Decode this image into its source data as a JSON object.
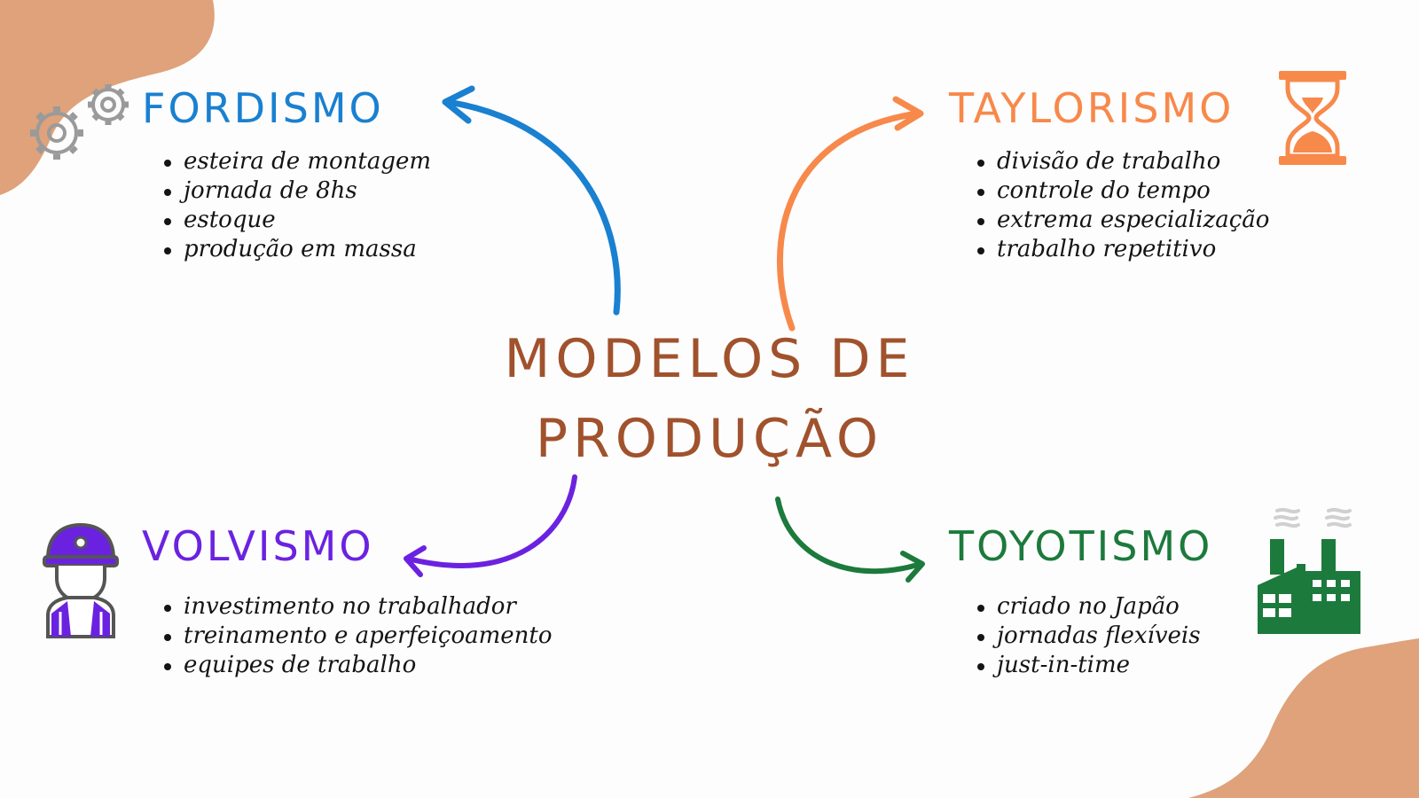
{
  "center": {
    "line1": "MODELOS DE",
    "line2": "PRODUÇÃO"
  },
  "colors": {
    "brown": "#a0522d",
    "fordismo": "#1a80d0",
    "taylorismo": "#f7894b",
    "volvismo": "#6b22e0",
    "toyotismo": "#1c7a3c",
    "blob": "#dfa27a"
  },
  "fordismo": {
    "title": "FORDISMO",
    "icon": "gears-icon",
    "items": [
      "esteira de montagem",
      "jornada de 8hs",
      "estoque",
      "produção em massa"
    ]
  },
  "taylorismo": {
    "title": "TAYLORISMO",
    "icon": "hourglass-icon",
    "items": [
      "divisão de trabalho",
      "controle do tempo",
      "extrema especialização",
      "trabalho repetitivo"
    ]
  },
  "volvismo": {
    "title": "VOLVISMO",
    "icon": "worker-icon",
    "items": [
      "investimento no trabalhador",
      "treinamento e aperfeiçoamento",
      "equipes de trabalho"
    ]
  },
  "toyotismo": {
    "title": "TOYOTISMO",
    "icon": "factory-icon",
    "items": [
      "criado no Japão",
      "jornadas flexíveis",
      "just-in-time"
    ]
  }
}
